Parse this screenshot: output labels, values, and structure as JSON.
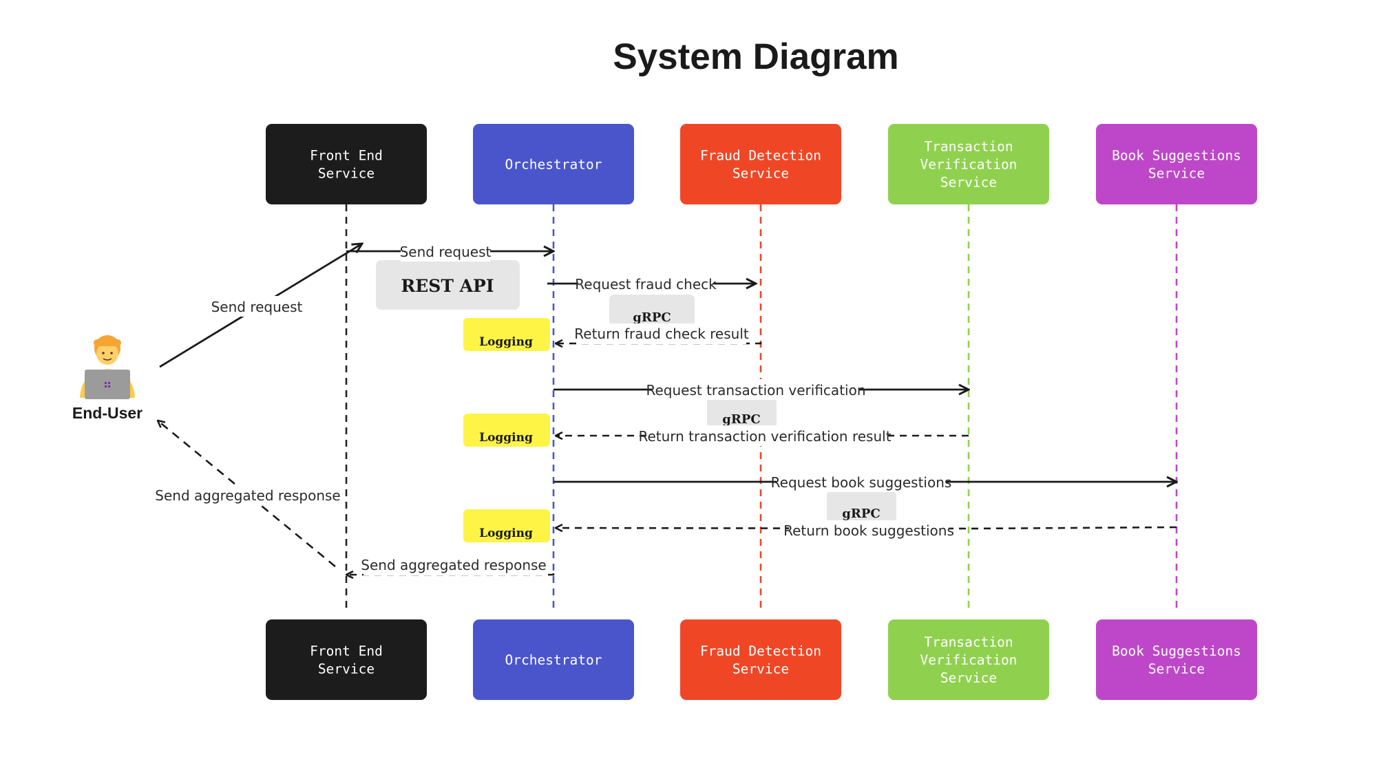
{
  "title": "System Diagram",
  "actor": {
    "label": "End-User",
    "icon": "person-with-laptop-icon"
  },
  "services": [
    {
      "id": "frontend",
      "lines": [
        "Front End",
        "Service"
      ],
      "color": "#1c1c1c",
      "line_color": "#222222"
    },
    {
      "id": "orchestrator",
      "lines": [
        "Orchestrator"
      ],
      "color": "#4a55cc",
      "line_color": "#4a55cc"
    },
    {
      "id": "fraud",
      "lines": [
        "Fraud Detection",
        "Service"
      ],
      "color": "#ef4726",
      "line_color": "#e8482a"
    },
    {
      "id": "transaction",
      "lines": [
        "Transaction",
        "Verification",
        "Service"
      ],
      "color": "#8fd14f",
      "line_color": "#8fd14f"
    },
    {
      "id": "books",
      "lines": [
        "Book Suggestions",
        "Service"
      ],
      "color": "#be47c9",
      "line_color": "#be47c9"
    }
  ],
  "messages": {
    "user_to_frontend": "Send request",
    "frontend_to_orchestrator": "Send request",
    "request_fraud": "Request fraud check",
    "return_fraud": "Return fraud check result",
    "request_transaction": "Request transaction verification",
    "return_transaction": "Return transaction verification result",
    "request_books": "Request book suggestions",
    "return_books": "Return book suggestions",
    "orchestrator_to_frontend": "Send aggregated response",
    "frontend_to_user": "Send aggregated response"
  },
  "tags": {
    "rest_api": "REST API",
    "grpc": "gRPC",
    "logging": "Logging"
  },
  "colors": {
    "tag_gray": "#e6e6e6",
    "logging_yellow": "#fef445",
    "arrow": "#1a1a1a"
  }
}
